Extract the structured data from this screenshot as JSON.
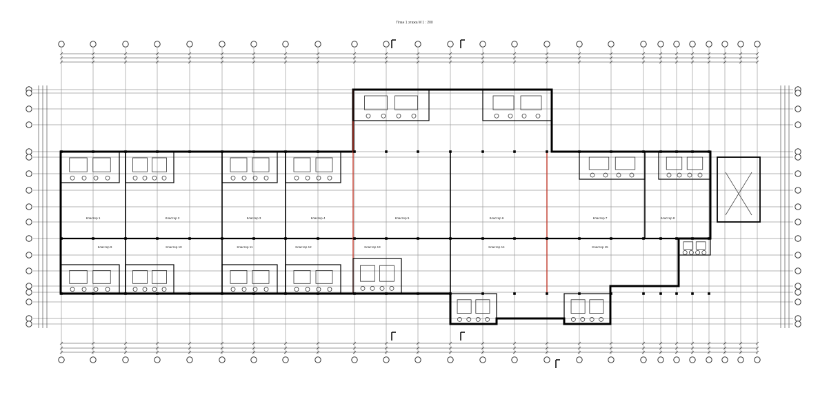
{
  "drawing": {
    "title": "План 1 этажа М 1 : 200",
    "room_labels_upper": [
      "Кластер 1",
      "Кластер 2",
      "Кластер 3",
      "Кластер 4",
      "Кластер 5",
      "Кластер 6",
      "Кластер 7",
      "Кластер 8"
    ],
    "room_labels_lower": [
      "Кластер 9",
      "Кластер 10",
      "Кластер 11",
      "Кластер 12",
      "Кластер 13",
      "Кластер 14",
      "Кластер 15"
    ],
    "line_color": "#000000",
    "accent_color": "#c0392b",
    "grid_color": "#9a9a9a"
  }
}
